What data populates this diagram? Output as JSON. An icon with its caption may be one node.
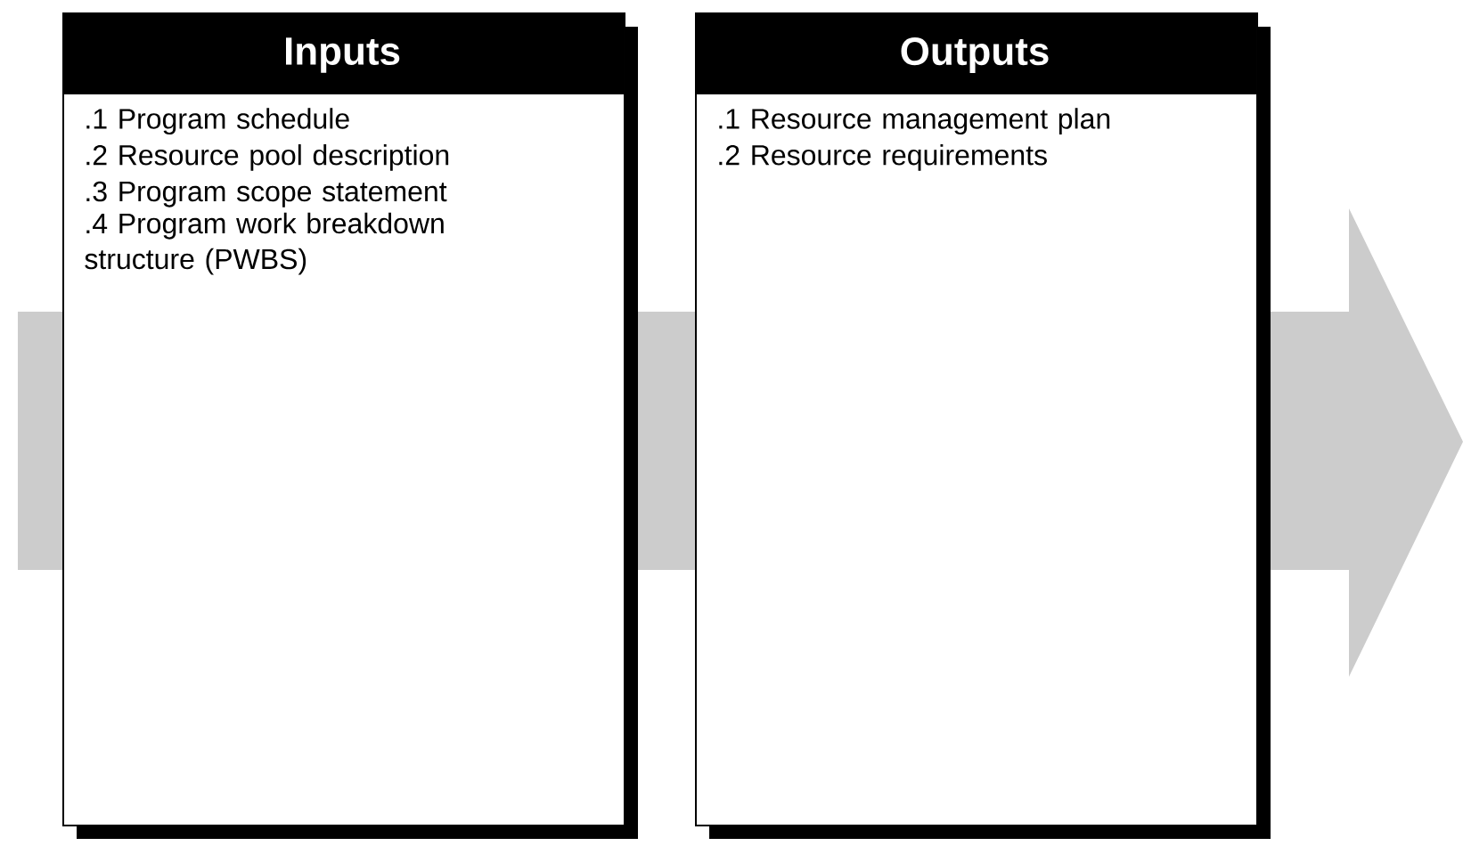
{
  "diagram": {
    "nodes": [
      {
        "text": [
          "Inputs",
          ".1 Program schedule",
          ".2 Resource pool description",
          ".3 Program scope statement",
          ".4 Program work breakdown structure (PWBS)"
        ]
      },
      {
        "text": [
          "Outputs",
          ".1 Resource management plan",
          ".2 Resource requirements"
        ]
      }
    ]
  }
}
